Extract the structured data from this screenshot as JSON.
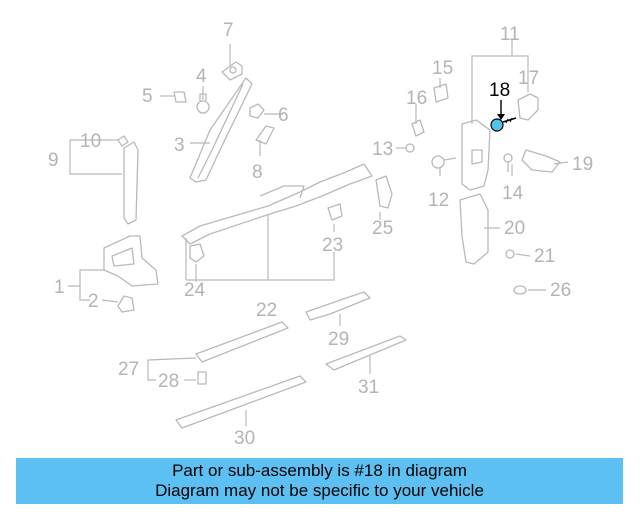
{
  "diagram": {
    "highlight_part": "18",
    "callout_color": "#b4b4b4",
    "highlight_color": "#000000",
    "highlight_part_fill": "#4fc3e8",
    "callouts": [
      "1",
      "2",
      "3",
      "4",
      "5",
      "6",
      "7",
      "8",
      "9",
      "10",
      "11",
      "12",
      "13",
      "14",
      "15",
      "16",
      "17",
      "18",
      "19",
      "20",
      "21",
      "22",
      "23",
      "24",
      "25",
      "26",
      "27",
      "28",
      "29",
      "30",
      "31"
    ]
  },
  "banner": {
    "line1": "Part or sub-assembly is #18 in diagram",
    "line2": "Diagram may not be specific to your vehicle",
    "background": "#5cc1f2"
  }
}
